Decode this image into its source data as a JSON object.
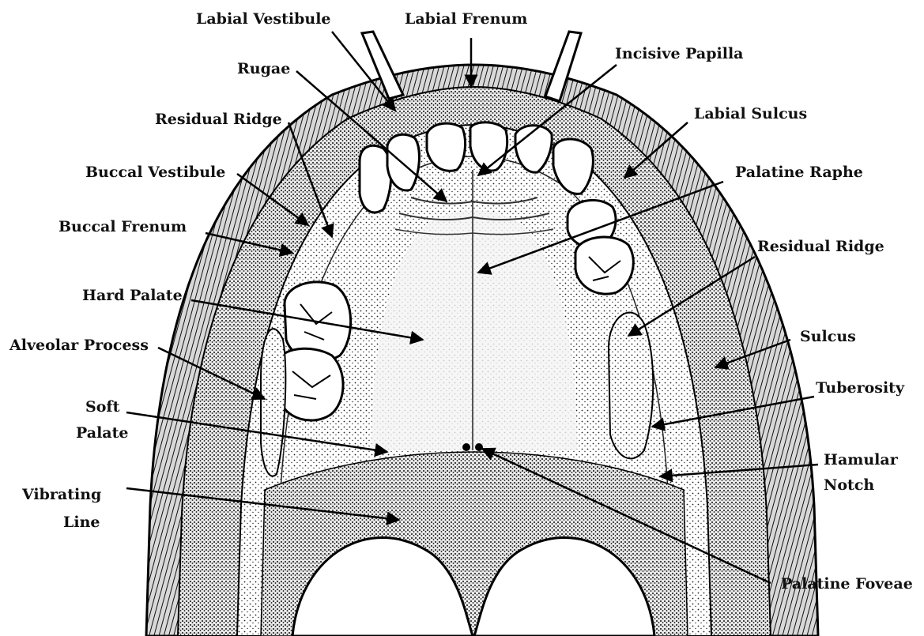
{
  "labels": {
    "labial_vestibule": "Labial Vestibule",
    "labial_frenum": "Labial Frenum",
    "incisive_papilla": "Incisive Papilla",
    "rugae": "Rugae",
    "labial_sulcus": "Labial Sulcus",
    "residual_ridge_left": "Residual Ridge",
    "palatine_raphe": "Palatine Raphe",
    "buccal_vestibule": "Buccal Vestibule",
    "buccal_frenum": "Buccal Frenum",
    "residual_ridge_right": "Residual Ridge",
    "hard_palate": "Hard Palate",
    "sulcus": "Sulcus",
    "alveolar_process": "Alveolar Process",
    "tuberosity": "Tuberosity",
    "soft_palate_line1": "Soft",
    "soft_palate_line2": "Palate",
    "hamular_notch_line1": "Hamular",
    "hamular_notch_line2": "Notch",
    "vibrating_line_line1": "Vibrating",
    "vibrating_line_line2": "Line",
    "palatine_foveae": "Palatine Foveae"
  }
}
